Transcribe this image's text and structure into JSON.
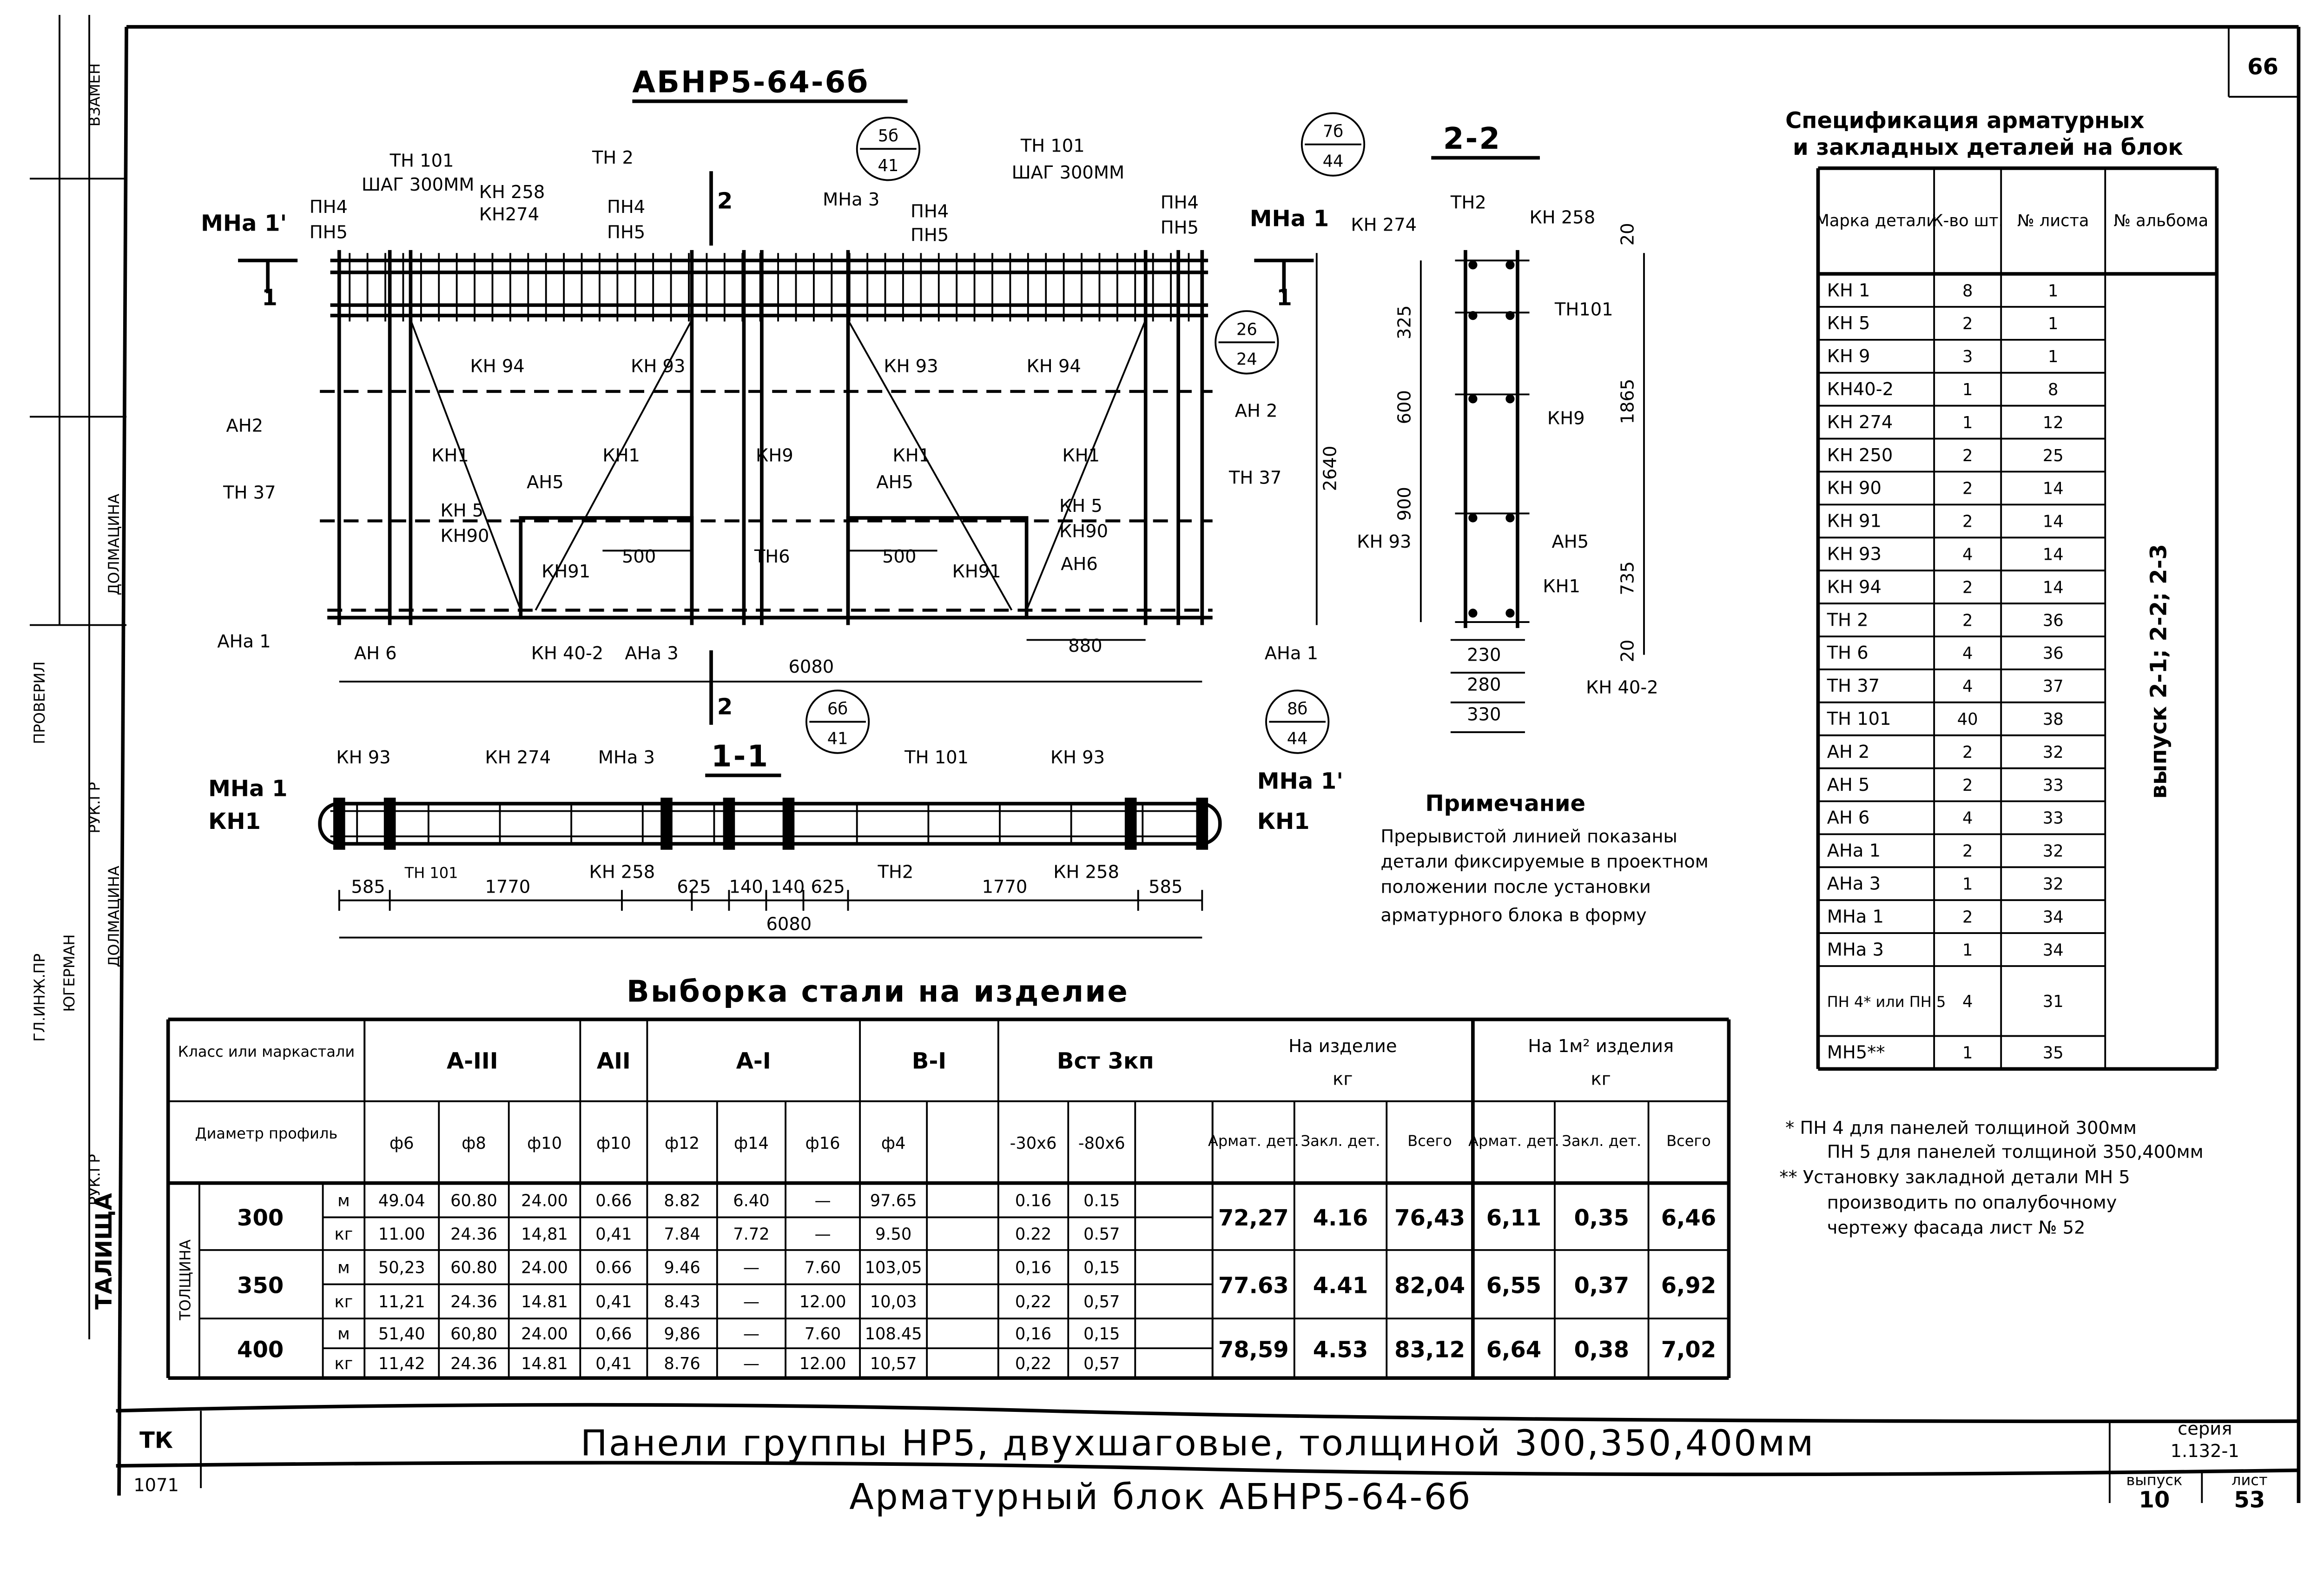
{
  "sheet_number": "66",
  "stamp": {
    "replaces": "ВЗАМЕН",
    "roles": [
      "РУК.ГР",
      "РУК.ГР",
      "ГЛ.ИНЖ.ПР",
      "ПРОВЕРИЛ"
    ],
    "names": [
      "ЮГЕРМАН",
      "ДОЛМАЦИНА",
      "ДОЛМАЦИНА"
    ],
    "side": "ТАЛИЩА"
  },
  "elevation": {
    "title": "АБНР5-64-6б",
    "labels": [
      "ТН 101",
      "ШАГ 300ММ",
      "ПН4",
      "ПН5",
      "МНа 1'",
      "КН 258",
      "КН274",
      "ТН 2",
      "ПН4",
      "ПН5",
      "МНа 3",
      "ПН4",
      "ПН5",
      "ТН 101",
      "ШАГ 300ММ",
      "ПН4",
      "ПН5",
      "МНа 1",
      "КН 94",
      "КН 93",
      "КН 93",
      "КН 94",
      "АН2",
      "АН 2",
      "КН1",
      "КН1",
      "КН9",
      "КН1",
      "КН1",
      "ТН 37",
      "ТН 37",
      "АН5",
      "АН5",
      "КН 5",
      "КН90",
      "КН 5",
      "КН90",
      "500",
      "500",
      "КН91",
      "КН91",
      "ТН6",
      "АН6",
      "АНа 1",
      "АН 6",
      "КН 40-2",
      "АНа 3",
      "880",
      "АНа 1",
      "6080",
      "2640"
    ],
    "section_marks": [
      "1",
      "1",
      "2",
      "2"
    ],
    "callouts": [
      {
        "top": "5б",
        "bottom": "41"
      },
      {
        "top": "7б",
        "bottom": "44"
      },
      {
        "top": "26",
        "bottom": "24"
      },
      {
        "top": "6б",
        "bottom": "41"
      },
      {
        "top": "8б",
        "bottom": "44"
      }
    ]
  },
  "section_2_2": {
    "title": "2-2",
    "labels": [
      "КН 274",
      "ТН2",
      "КН 258",
      "20",
      "325",
      "ТН101",
      "600",
      "КН9",
      "1865",
      "900",
      "КН 93",
      "АН5",
      "КН1",
      "735",
      "20",
      "230",
      "280",
      "330",
      "КН 40-2"
    ]
  },
  "section_1_1": {
    "title": "1-1",
    "labels": [
      "КН 93",
      "КН 274",
      "МНа 3",
      "ТН 101",
      "КН 93",
      "МНа 1",
      "КН1",
      "МНа 1'",
      "КН1",
      "ТН 101",
      "КН 258",
      "ТН2",
      "КН 258",
      "585",
      "1770",
      "625",
      "140",
      "140",
      "625",
      "1770",
      "585",
      "6080"
    ]
  },
  "note": {
    "title": "Примечание",
    "lines": [
      "Прерывистой линией показаны",
      "детали фиксируемые в проектном",
      "положении после установки",
      "арматурного блока в форму"
    ]
  },
  "spec_table": {
    "title_line1": "Спецификация арматурных",
    "title_line2": "и закладных деталей на блок",
    "headers": [
      "Марка детали",
      "К-во шт.",
      "№ листа",
      "№ альбома"
    ],
    "album": "выпуск 2-1; 2-2; 2-3",
    "rows": [
      [
        "КН 1",
        "8",
        "1"
      ],
      [
        "КН 5",
        "2",
        "1"
      ],
      [
        "КН 9",
        "3",
        "1"
      ],
      [
        "КН40-2",
        "1",
        "8"
      ],
      [
        "КН 274",
        "1",
        "12"
      ],
      [
        "КН 250",
        "2",
        "25"
      ],
      [
        "КН 90",
        "2",
        "14"
      ],
      [
        "КН 91",
        "2",
        "14"
      ],
      [
        "КН 93",
        "4",
        "14"
      ],
      [
        "КН 94",
        "2",
        "14"
      ],
      [
        "ТН 2",
        "2",
        "36"
      ],
      [
        "ТН 6",
        "4",
        "36"
      ],
      [
        "ТН 37",
        "4",
        "37"
      ],
      [
        "ТН 101",
        "40",
        "38"
      ],
      [
        "АН 2",
        "2",
        "32"
      ],
      [
        "АН 5",
        "2",
        "33"
      ],
      [
        "АН 6",
        "4",
        "33"
      ],
      [
        "АНа 1",
        "2",
        "32"
      ],
      [
        "АНа 3",
        "1",
        "32"
      ],
      [
        "МНа 1",
        "2",
        "34"
      ],
      [
        "МНа 3",
        "1",
        "34"
      ],
      [
        "ПН 4* или ПН 5",
        "4",
        "31"
      ],
      [
        "МН5**",
        "1",
        "35"
      ]
    ]
  },
  "footnotes": [
    "* ПН 4 для панелей толщиной 300мм",
    "ПН 5 для панелей толщиной 350,400мм",
    "** Установку закладной детали МН 5",
    "производить по опалубочному",
    "чертежу фасада лист № 52"
  ],
  "steel_table": {
    "title": "Выборка стали на изделие",
    "class_label": "Класс или маркастали",
    "diameter_label": "Диаметр профиль",
    "thickness_label": "ТОЛЩИНА",
    "classes": [
      {
        "name": "A-III",
        "profiles": [
          "ф6",
          "ф8",
          "ф10"
        ]
      },
      {
        "name": "AII",
        "profiles": [
          "ф10"
        ]
      },
      {
        "name": "A-I",
        "profiles": [
          "ф12",
          "ф14",
          "ф16"
        ]
      },
      {
        "name": "B-I",
        "profiles": [
          "ф4",
          ""
        ]
      },
      {
        "name": "Вст 3кп",
        "profiles": [
          "-30х6",
          "-80х6",
          ""
        ]
      }
    ],
    "per_item": {
      "title": "На изделие",
      "unit": "кг",
      "cols": [
        "Армат. дет.",
        "Закл. дет.",
        "Всего"
      ]
    },
    "per_m2": {
      "title": "На 1м² изделия",
      "unit": "кг",
      "cols": [
        "Армат. дет.",
        "Закл. дет.",
        "Всего"
      ]
    },
    "units": [
      "м",
      "кг"
    ],
    "rows": [
      {
        "thickness": "300",
        "m": [
          "49.04",
          "60.80",
          "24.00",
          "0.66",
          "8.82",
          "6.40",
          "—",
          "97.65",
          "",
          "0.16",
          "0.15",
          ""
        ],
        "kg": [
          "11.00",
          "24.36",
          "14,81",
          "0,41",
          "7.84",
          "7.72",
          "—",
          "9.50",
          "",
          "0.22",
          "0.57",
          ""
        ],
        "per_item": [
          "72,27",
          "4.16",
          "76,43"
        ],
        "per_m2": [
          "6,11",
          "0,35",
          "6,46"
        ]
      },
      {
        "thickness": "350",
        "m": [
          "50,23",
          "60.80",
          "24.00",
          "0.66",
          "9.46",
          "—",
          "7.60",
          "103,05",
          "",
          "0,16",
          "0,15",
          ""
        ],
        "kg": [
          "11,21",
          "24.36",
          "14.81",
          "0,41",
          "8.43",
          "—",
          "12.00",
          "10,03",
          "",
          "0,22",
          "0,57",
          ""
        ],
        "per_item": [
          "77.63",
          "4.41",
          "82,04"
        ],
        "per_m2": [
          "6,55",
          "0,37",
          "6,92"
        ]
      },
      {
        "thickness": "400",
        "m": [
          "51,40",
          "60,80",
          "24.00",
          "0,66",
          "9,86",
          "—",
          "7.60",
          "108.45",
          "",
          "0,16",
          "0,15",
          ""
        ],
        "kg": [
          "11,42",
          "24.36",
          "14.81",
          "0,41",
          "8.76",
          "—",
          "12.00",
          "10,57",
          "",
          "0,22",
          "0,57",
          ""
        ],
        "per_item": [
          "78,59",
          "4.53",
          "83,12"
        ],
        "per_m2": [
          "6,64",
          "0,38",
          "7,02"
        ]
      }
    ]
  },
  "title_block": {
    "code": "ТК",
    "inv": "1071",
    "title": "Панели группы НР5, двухшаговые, толщиной 300,350,400мм",
    "subtitle": "Арматурный блок АБНР5-64-6б",
    "series_label": "серия",
    "series": "1.132-1",
    "issue_label": "выпуск",
    "issue": "10",
    "sheet_label": "лист",
    "sheet": "53"
  }
}
